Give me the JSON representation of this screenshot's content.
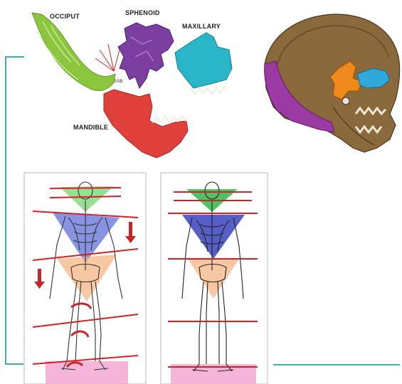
{
  "labels": {
    "occiput": "OCCIPUT",
    "sphenoid": "SPHENOID",
    "maxillary": "MAXILLARY",
    "mandible": "MANDIBLE",
    "ssb": "SSB"
  },
  "colors": {
    "frame_line": "#3bb3a6",
    "occiput": "#8cc63f",
    "sphenoid": "#7b3fa0",
    "maxillary": "#2bb5c9",
    "mandible": "#e0403c",
    "skull_bone": "#8a6a3c",
    "skull_occiput": "#9b3aa3",
    "skull_sphenoid": "#ee8a1d",
    "skull_maxilla": "#2fa9d9",
    "guide_line": "#d81f26",
    "head_triangle": "#7fd67a",
    "torso_triangle": "#5566d6",
    "pelvis_triangle": "#f3b07a",
    "floor": "#f08fc4",
    "arrow": "#c1272d"
  }
}
